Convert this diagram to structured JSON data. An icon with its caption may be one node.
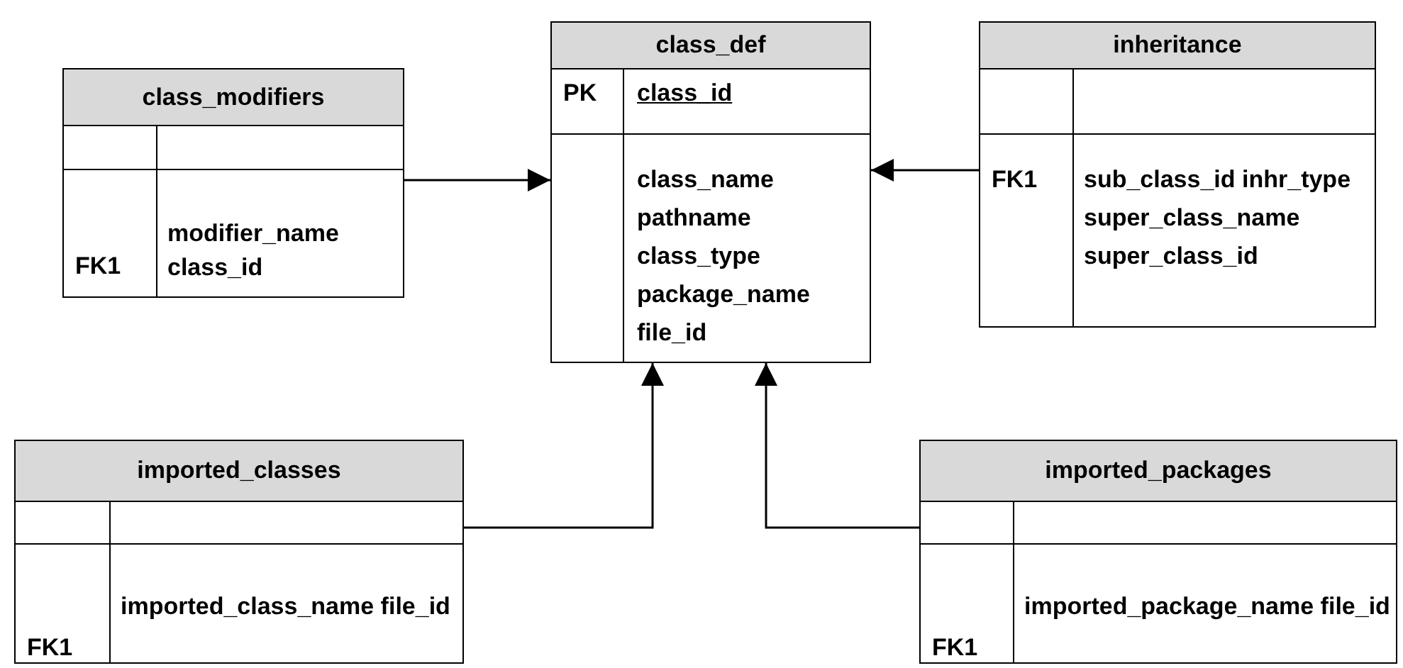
{
  "diagram": {
    "nodes": [
      {
        "text": [
          "class_modifiers",
          "FK1",
          "modifier_name class_id"
        ]
      },
      {
        "text": [
          "class_def",
          "PK",
          "class_id",
          "class_name pathname class_type package_name file_id"
        ]
      },
      {
        "text": [
          "inheritance",
          "FK1",
          "sub_class_id inhr_type super_class_name super_class_id"
        ]
      },
      {
        "text": [
          "imported_classes",
          "FK1",
          "imported_class_name file_id"
        ]
      },
      {
        "text": [
          "imported_packages",
          "FK1",
          "imported_package_name file_id"
        ]
      }
    ],
    "edges": [
      {
        "from": 0,
        "to": 1,
        "arrow": "to"
      },
      {
        "from": 2,
        "to": 1,
        "arrow": "to"
      },
      {
        "from": 3,
        "to": 1,
        "arrow": "to"
      },
      {
        "from": 4,
        "to": 1,
        "arrow": "to"
      }
    ]
  }
}
